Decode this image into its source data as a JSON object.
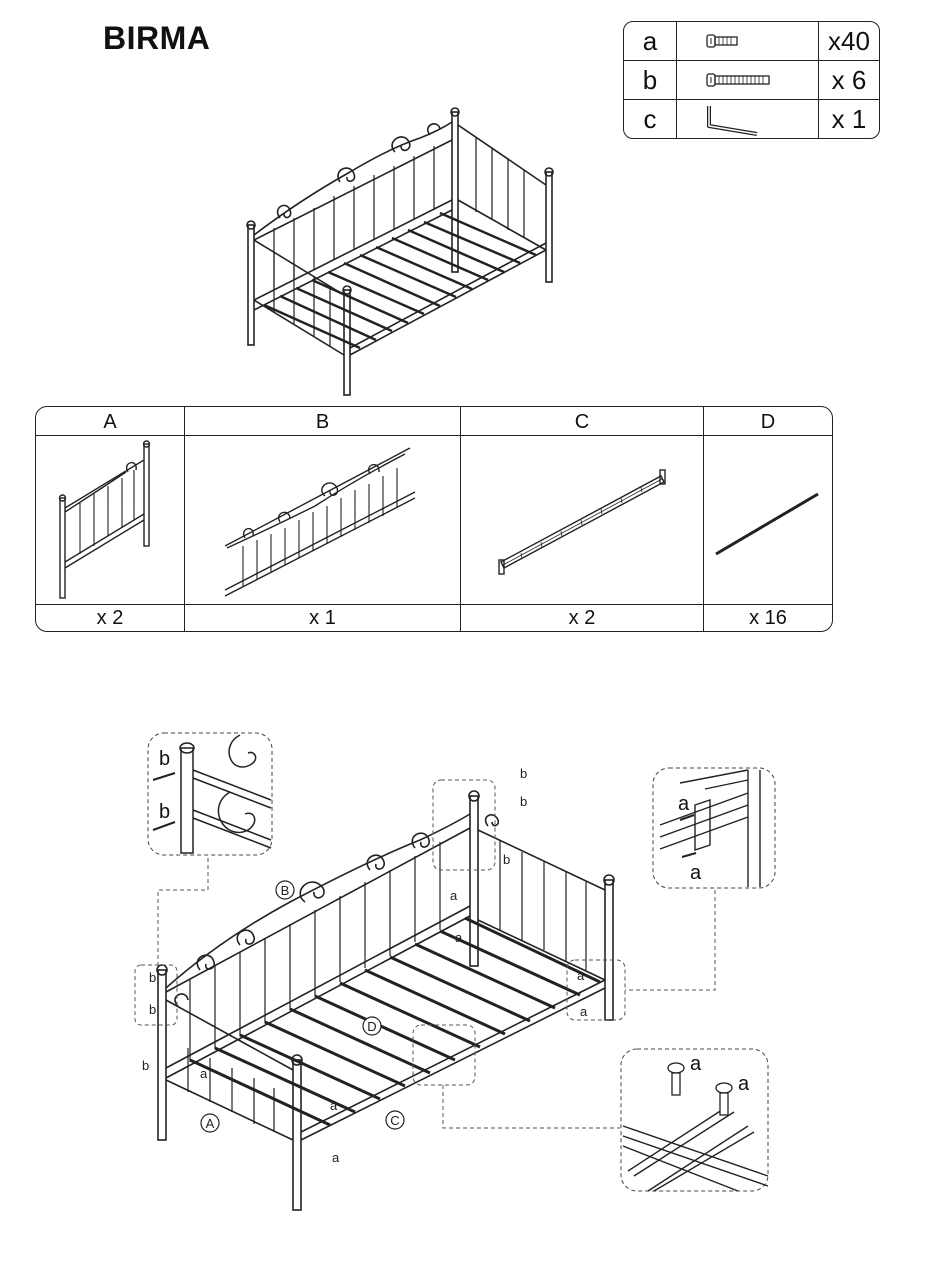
{
  "product": {
    "title": "BIRMA"
  },
  "hardware": [
    {
      "id": "a",
      "icon": "short-bolt-icon",
      "qty": "x40"
    },
    {
      "id": "b",
      "icon": "long-bolt-icon",
      "qty": "x 6"
    },
    {
      "id": "c",
      "icon": "allen-key-icon",
      "qty": "x 1"
    }
  ],
  "parts": [
    {
      "id": "A",
      "qty": "x 2"
    },
    {
      "id": "B",
      "qty": "x 1"
    },
    {
      "id": "C",
      "qty": "x 2"
    },
    {
      "id": "D",
      "qty": "x 16"
    }
  ],
  "assembly": {
    "part_labels": {
      "A": "A",
      "B": "B",
      "C": "C",
      "D": "D"
    },
    "hardware_labels": {
      "a": "a",
      "b": "b"
    }
  }
}
